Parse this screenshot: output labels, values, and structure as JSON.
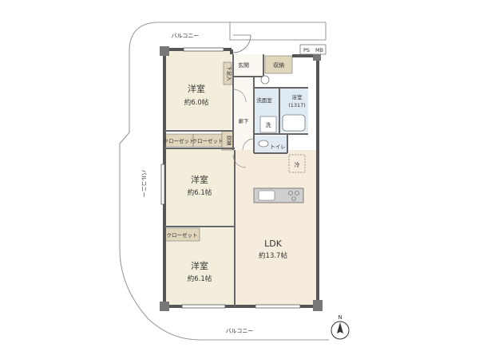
{
  "balconies": {
    "top": "バルコニー",
    "left": "バルコニー",
    "bottom": "バルコニー"
  },
  "rooms": {
    "western1": {
      "name": "洋室",
      "size": "約6.0帖"
    },
    "western2": {
      "name": "洋室",
      "size": "約6.1帖"
    },
    "western3": {
      "name": "洋室",
      "size": "約6.1帖"
    },
    "ldk": {
      "name": "LDK",
      "size": "約13.7帖"
    }
  },
  "labels": {
    "entrance": "玄関",
    "storage_top": "収納",
    "shoe_box": "下足入",
    "washroom": "洗面室",
    "bath": "浴室",
    "bath_size": "(1317)",
    "wash": "洗",
    "hallway": "廊下",
    "toilet": "トイレ",
    "fridge": "冷",
    "storage_mid": "収納",
    "closet_a": "クローゼット",
    "closet_b": "クローゼット",
    "closet_c": "クローゼット",
    "mb": "MB",
    "ps": "PS"
  },
  "compass": {
    "letter": "N"
  },
  "colors": {
    "wall": "#555555",
    "room_fill": "#f2eedb",
    "ldk_fill": "#f6ecde",
    "storage_fill": "#e0d6bc",
    "wet_fill": "#dfeaf3",
    "balcony_line": "#9a9a9a",
    "kitchen_fill": "#cfcfcf"
  }
}
